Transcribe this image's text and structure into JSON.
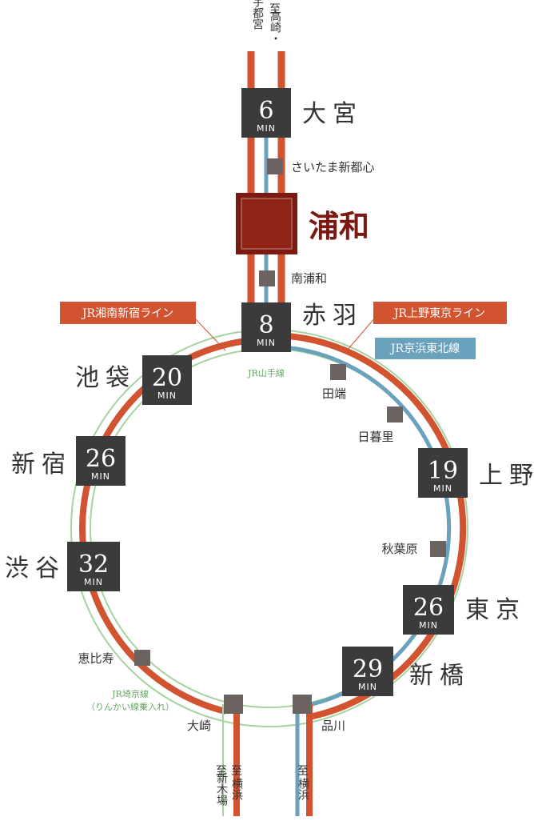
{
  "colors": {
    "red_line": "#d2532f",
    "blue_line": "#6aa1bd",
    "green_line": "#a6d3a0",
    "box": "#3b3b3b",
    "small_station": "#6b6360",
    "urawa": "#7a1a12",
    "urawa_text": "#7b1812"
  },
  "directions": {
    "north": {
      "line1": "至",
      "line2": "高崎・",
      "line3": "宇都宮"
    },
    "south_left": {
      "line1": "至",
      "line2": "横浜",
      "line3": "至",
      "line4": "新木場"
    },
    "south_right": {
      "line1": "至",
      "line2": "横浜"
    }
  },
  "origin": {
    "name": "浦和"
  },
  "min_label": "MIN",
  "timed_stations": {
    "omiya": {
      "name": "大宮",
      "minutes": "6"
    },
    "akabane": {
      "name": "赤羽",
      "minutes": "8"
    },
    "ikebukuro": {
      "name": "池袋",
      "minutes": "20"
    },
    "shinjuku": {
      "name": "新宿",
      "minutes": "26"
    },
    "shibuya": {
      "name": "渋谷",
      "minutes": "32"
    },
    "ueno": {
      "name": "上野",
      "minutes": "19"
    },
    "tokyo": {
      "name": "東京",
      "minutes": "26"
    },
    "shimbashi": {
      "name": "新橋",
      "minutes": "29"
    }
  },
  "minor_stations": {
    "saitama_shintoshin": "さいたま新都心",
    "minami_urawa": "南浦和",
    "tabata": "田端",
    "nippori": "日暮里",
    "akihabara": "秋葉原",
    "ebisu": "恵比寿",
    "osaki": "大崎",
    "shinagawa": "品川"
  },
  "lines": {
    "shonan_shinjuku": "JR湘南新宿ライン",
    "ueno_tokyo": "JR上野東京ライン",
    "keihin_tohoku": "JR京浜東北線",
    "yamanote": "JR山手線",
    "saikyo_line1": "JR埼京線",
    "saikyo_line2": "（りんかい線乗入れ）"
  }
}
